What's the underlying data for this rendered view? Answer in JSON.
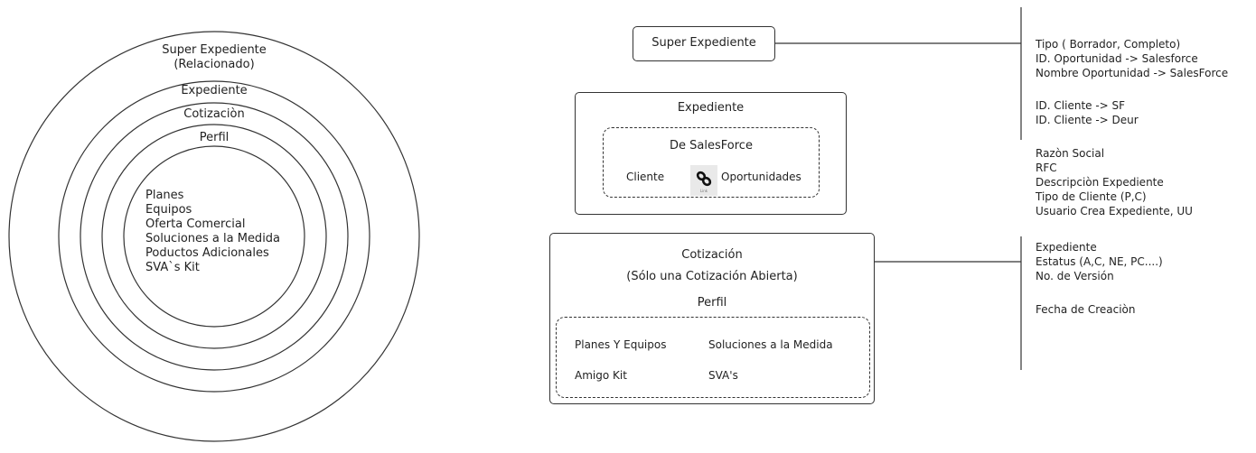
{
  "circles": {
    "outer_label": [
      "Super Expediente",
      "(Relacionado)"
    ],
    "ring2_label": "Expediente",
    "ring3_label": "Cotizaciòn",
    "ring4_label": "Perfil",
    "inner_items": [
      "Planes",
      "Equipos",
      "Oferta Comercial",
      "Soluciones a la Medida",
      "Poductos Adicionales",
      "SVA`s Kit"
    ]
  },
  "super_expediente_box": {
    "label": "Super Expediente"
  },
  "expediente_box": {
    "title": "Expediente",
    "group_title": "De SalesForce",
    "left": "Cliente",
    "right": "Oportunidades",
    "icon_caption": "Link",
    "icon": "link-icon"
  },
  "cotizacion_box": {
    "title": "Cotización",
    "subtitle": "(Sólo una Cotización Abierta)",
    "profile": "Perfil",
    "items": [
      "Planes Y Equipos",
      "Soluciones a la Medida",
      "Amigo Kit",
      "SVA's"
    ]
  },
  "fields": {
    "group1": [
      "Tipo ( Borrador, Completo)",
      "ID. Oportunidad -> Salesforce",
      "Nombre Oportunidad -> SalesForce"
    ],
    "group2": [
      "ID. Cliente -> SF",
      "ID. Cliente -> Deur"
    ],
    "group3": [
      "Razòn Social",
      "RFC",
      "Descripciòn Expediente",
      "Tipo de Cliente (P,C)",
      "Usuario Crea Expediente, UU"
    ],
    "group4": [
      "Expediente",
      "Estatus (A,C, NE, PC....)",
      "No. de Versión"
    ],
    "group5": [
      "Fecha de Creaciòn"
    ]
  }
}
